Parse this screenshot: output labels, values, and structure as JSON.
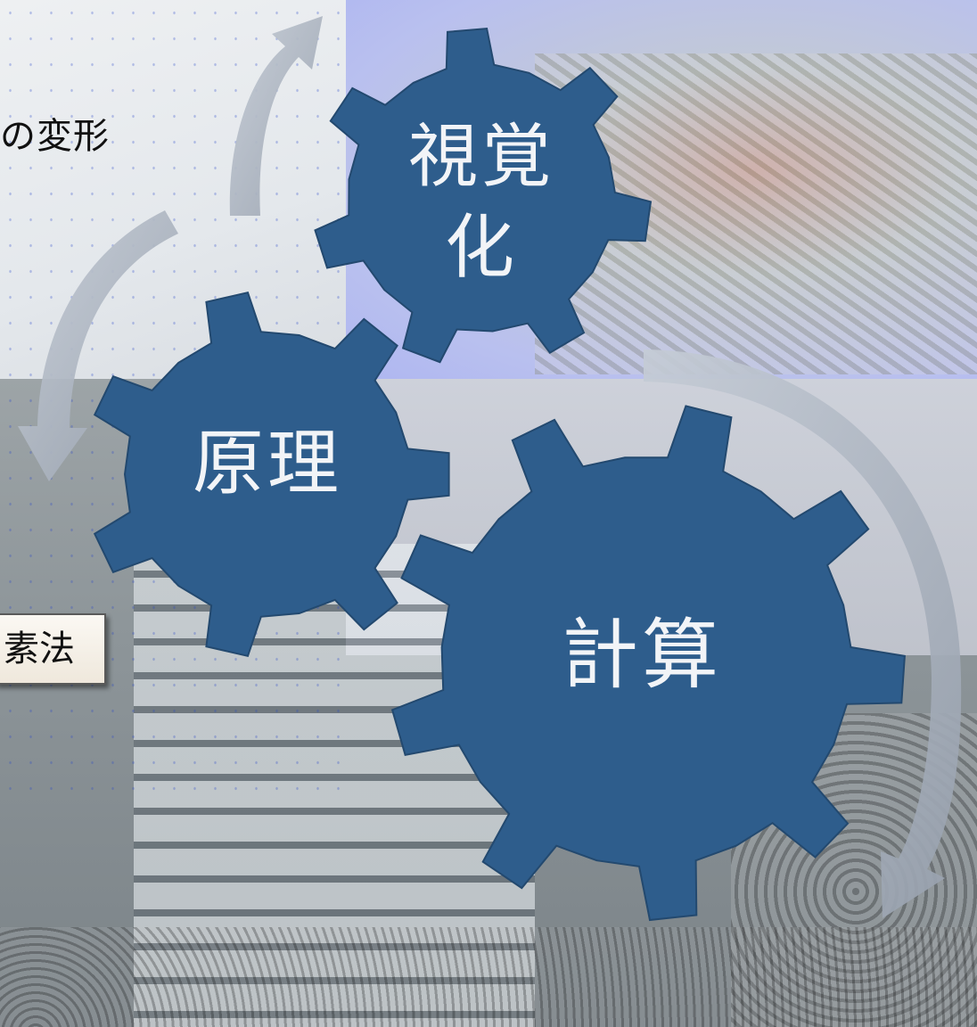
{
  "diagram": {
    "gears": [
      {
        "id": "visualization",
        "label_line1": "視覚",
        "label_line2": "化"
      },
      {
        "id": "principle",
        "label": "原理"
      },
      {
        "id": "computation",
        "label": "計算"
      }
    ],
    "fragment_text": "の変形",
    "fem_label": "素法"
  },
  "colors": {
    "gear_fill": "#2e5d8c",
    "gear_stroke": "#23496f",
    "arrow_fill": "#a9b1bd"
  }
}
